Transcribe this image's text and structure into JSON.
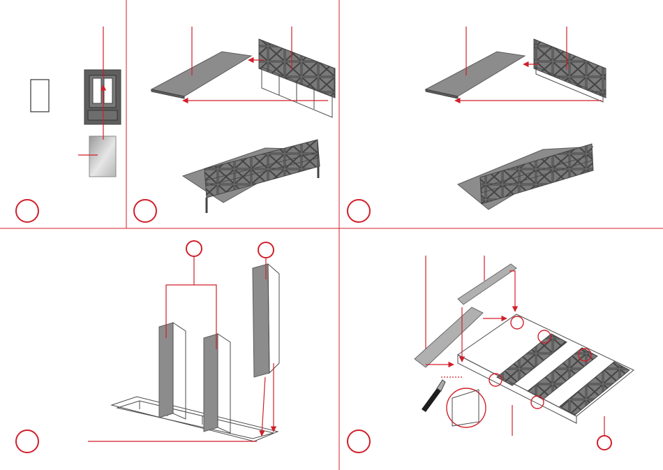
{
  "sheet": {
    "accent_color": "#d01f2a",
    "part_color": "#8c8c8c",
    "panels": [
      {
        "id": "panel-1",
        "step_label": ""
      },
      {
        "id": "panel-2",
        "step_label": ""
      },
      {
        "id": "panel-3",
        "step_label": ""
      },
      {
        "id": "panel-4",
        "step_label": ""
      },
      {
        "id": "panel-5",
        "step_label": ""
      }
    ],
    "icons": [
      "window-frame-icon",
      "glass-pane-icon",
      "roof-plate-icon",
      "truss-frame-icon",
      "hobby-knife-icon",
      "magnifier-detail-icon"
    ]
  }
}
